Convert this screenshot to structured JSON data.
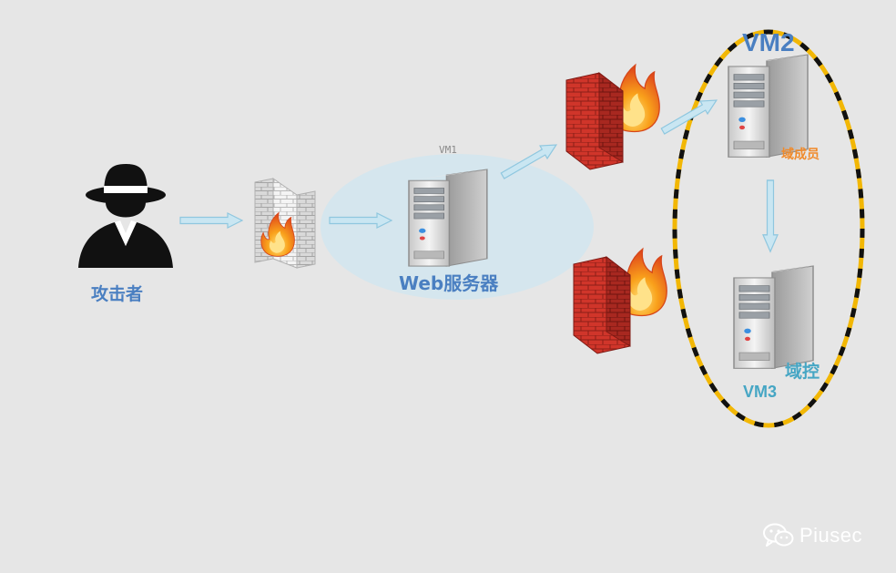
{
  "nodes": {
    "attacker_label": "攻击者",
    "vm1_label": "VM1",
    "web_server_label": "Web服务器",
    "vm2_label": "VM2",
    "domain_member_label": "域成员",
    "domain_controller_label": "域控",
    "vm3_label": "VM3"
  },
  "watermark": {
    "text": "Piusec",
    "icon": "wechat-icon"
  },
  "colors": {
    "background": "#e6e6e6",
    "label_blue": "#4a7fc1",
    "label_orange": "#f08a2a",
    "label_teal": "#46a6c4",
    "arrow_fill": "#c9e6f2",
    "arrow_stroke": "#8fc7df",
    "dmz_ellipse": "#d3e6ee",
    "domain_ring_yellow": "#f2b705",
    "domain_ring_black": "#111111",
    "brick_red": "#d4382c",
    "flame_orange": "#f57a1c"
  }
}
